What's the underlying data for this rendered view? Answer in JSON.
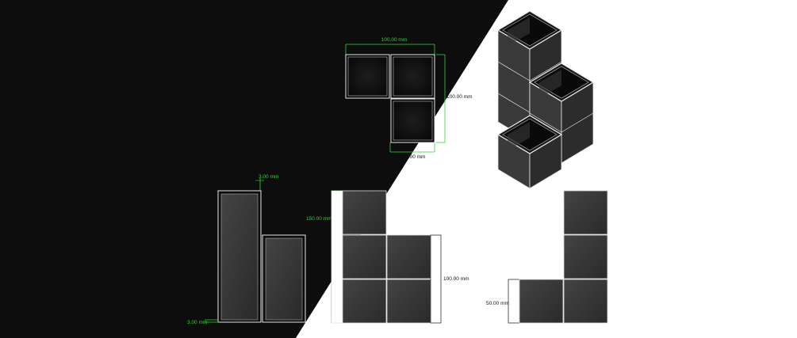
{
  "colors": {
    "dark_background": "#0d0d0d",
    "light_background": "#ffffff",
    "dimension_line": "#37d13a",
    "dimension_text_dark": "#37d13a",
    "dimension_text_light": "#111111",
    "box_face_dark": "#2c2c2c",
    "box_face_mid": "#3c3c3c",
    "box_outline": "#e6e6e6"
  },
  "top_view": {
    "width_dimension": "100.00 mm",
    "height_dimension": "100.00 mm",
    "module_dimension": "50.00 mm"
  },
  "side_view": {
    "wall_dimension": "3.00 mm",
    "bottom_dimension": "3.00 mm"
  },
  "front_view": {
    "height_dimension": "150.00 mm",
    "right_dimension": "100.00 mm"
  },
  "right_view": {
    "left_dimension": "50.00 mm"
  },
  "iso_view": {
    "icon": "isometric-stacked-boxes"
  }
}
